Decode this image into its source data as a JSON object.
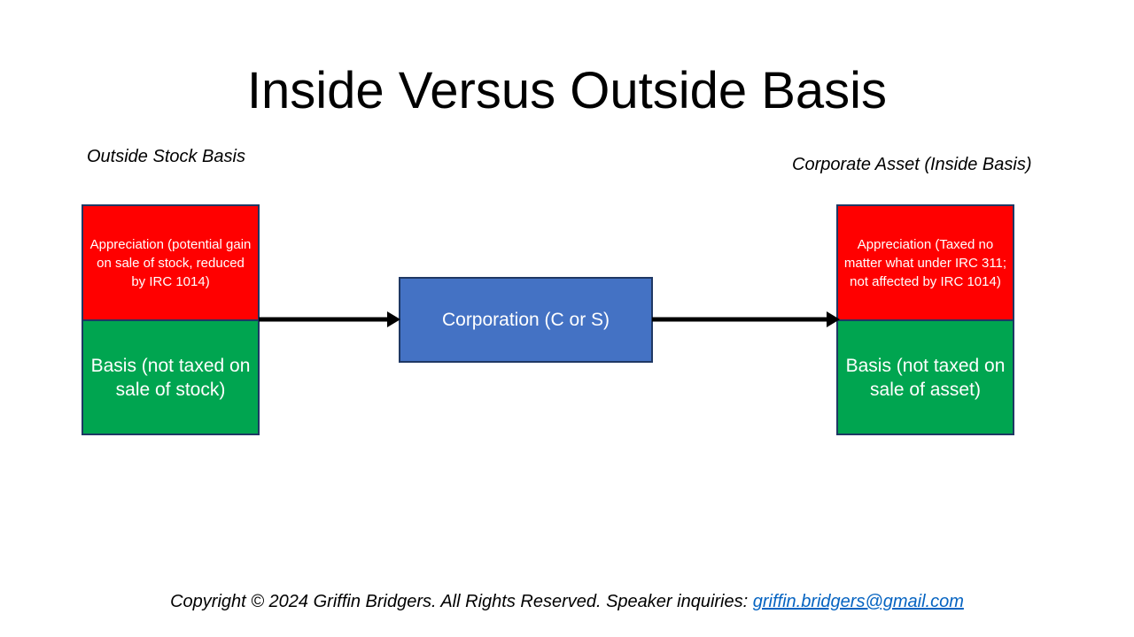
{
  "slide": {
    "title": "Inside Versus Outside Basis",
    "background_color": "#FFFFFF"
  },
  "captions": {
    "left": "Outside Stock Basis",
    "right": "Corporate Asset (Inside Basis)"
  },
  "columns": {
    "outside": {
      "appreciation_label": "Appreciation (potential gain on sale of stock, reduced by IRC 1014)",
      "appreciation_color": "#FF0000",
      "basis_label": "Basis (not taxed on sale of stock)",
      "basis_color": "#00A550"
    },
    "inside": {
      "appreciation_label": "Appreciation (Taxed no matter what under IRC 311; not affected by IRC 1014)",
      "appreciation_color": "#FF0000",
      "basis_label": "Basis (not taxed on sale of asset)",
      "basis_color": "#00A550"
    }
  },
  "entity": {
    "label": "Corporation (C or S)",
    "fill_color": "#4472C4",
    "border_color": "#1F3864"
  },
  "arrows": {
    "left_to_entity": "arrow-right-icon",
    "entity_to_right": "arrow-right-icon",
    "color": "#000000"
  },
  "footer": {
    "copyright_text": "Copyright © 2024 Griffin Bridgers.  All Rights Reserved.  Speaker inquiries: ",
    "email": "griffin.bridgers@gmail.com",
    "email_color": "#0563C1"
  }
}
